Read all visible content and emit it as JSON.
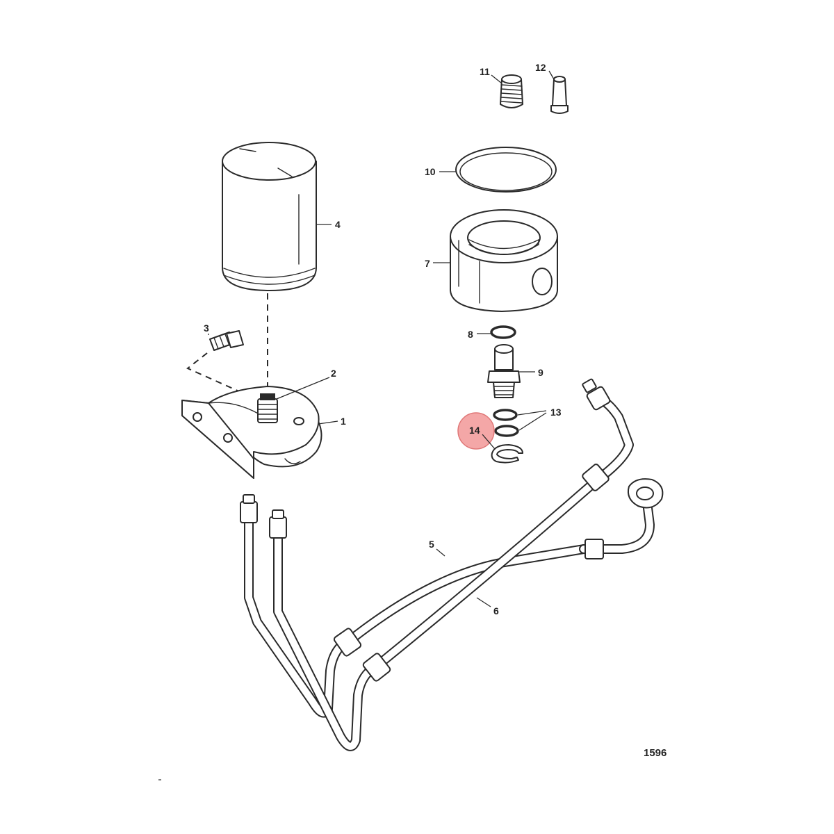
{
  "figure_number": "1596",
  "highlight_color": "#f4a7a7",
  "callouts": {
    "p1": "1",
    "p2": "2",
    "p3": "3",
    "p4": "4",
    "p5": "5",
    "p6": "6",
    "p7": "7",
    "p8": "8",
    "p9": "9",
    "p10": "10",
    "p11": "11",
    "p12": "12",
    "p13": "13",
    "p14": "14"
  }
}
